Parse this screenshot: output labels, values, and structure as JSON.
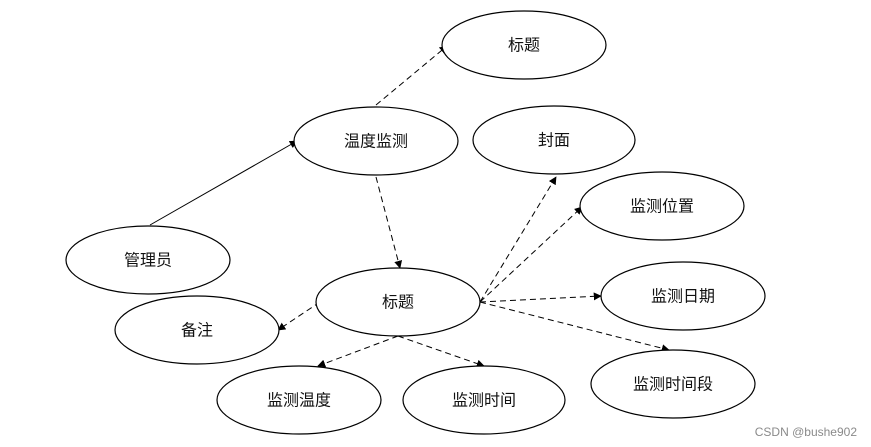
{
  "diagram": {
    "nodes": [
      {
        "id": "admin",
        "label": "管理员"
      },
      {
        "id": "temp-monitor",
        "label": "温度监测"
      },
      {
        "id": "title-top",
        "label": "标题"
      },
      {
        "id": "title-center",
        "label": "标题"
      },
      {
        "id": "cover",
        "label": "封面"
      },
      {
        "id": "monitor-location",
        "label": "监测位置"
      },
      {
        "id": "monitor-date",
        "label": "监测日期"
      },
      {
        "id": "monitor-period",
        "label": "监测时间段"
      },
      {
        "id": "monitor-time",
        "label": "监测时间"
      },
      {
        "id": "monitor-temp",
        "label": "监测温度"
      },
      {
        "id": "remark",
        "label": "备注"
      }
    ],
    "edges": [
      {
        "from": "admin",
        "to": "temp-monitor",
        "style": "solid"
      },
      {
        "from": "temp-monitor",
        "to": "title-top",
        "style": "dashed"
      },
      {
        "from": "temp-monitor",
        "to": "title-center",
        "style": "dashed"
      },
      {
        "from": "title-center",
        "to": "cover",
        "style": "dashed"
      },
      {
        "from": "title-center",
        "to": "monitor-location",
        "style": "dashed"
      },
      {
        "from": "title-center",
        "to": "monitor-date",
        "style": "dashed"
      },
      {
        "from": "title-center",
        "to": "monitor-period",
        "style": "dashed"
      },
      {
        "from": "title-center",
        "to": "monitor-time",
        "style": "dashed"
      },
      {
        "from": "title-center",
        "to": "monitor-temp",
        "style": "dashed"
      },
      {
        "from": "title-center",
        "to": "remark",
        "style": "dashed"
      }
    ]
  },
  "watermark": "CSDN @bushe902"
}
